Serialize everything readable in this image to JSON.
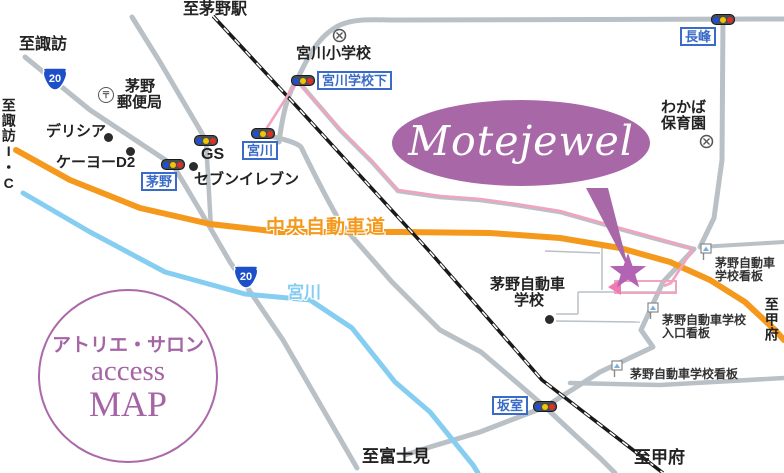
{
  "title": "アトリエ・サロン access MAP",
  "map_circle": {
    "line1": "アトリエ・サロン",
    "line2": "access",
    "line3": "MAP"
  },
  "destination": {
    "name": "Motejewel"
  },
  "roads": {
    "expressway": "中央自動車道",
    "route_badge": "20"
  },
  "river": {
    "name": "宮川"
  },
  "directions": {
    "chino_station": "至茅野駅",
    "suwa": "至諏訪",
    "suwa_ic": "至諏訪I・C",
    "fujimi": "至富士見",
    "kofu_south": "至甲府",
    "kofu_east": "至甲府"
  },
  "intersections": {
    "chino": "茅野",
    "miyagawa": "宮川",
    "miyagawa_gakko_shita": "宮川学校下",
    "nagamine": "長峰",
    "sakamuro": "坂室"
  },
  "landmarks": {
    "miyagawa_elementary": "宮川小学校",
    "wakaba_line1": "わかば",
    "wakaba_line2": "保育園",
    "post_line1": "茅野",
    "post_line2": "郵便局",
    "delicia": "デリシア",
    "keiyo_d2": "ケーヨーD2",
    "gs": "GS",
    "seven_eleven": "セブンイレブン",
    "driving_school_line1": "茅野自動車",
    "driving_school_line2": "学校"
  },
  "signs": {
    "kanban1_line1": "茅野自動車",
    "kanban1_line2": "学校看板",
    "kanban2_line1": "茅野自動車学校",
    "kanban2_line2": "入口看板",
    "kanban3": "茅野自動車学校看板"
  },
  "icons": {
    "post_mark": "〒"
  },
  "colors": {
    "balloon_purple": "#a868a8",
    "star_purple": "#b363b3",
    "route_pink": "#f2a3c0",
    "expressway_orange": "#f5991d",
    "river_blue": "#86cdf2",
    "road_gray": "#b9c0c6",
    "railway_black": "#1a1a1a",
    "label_blue": "#3a6bc8",
    "badge_blue": "#1d50c8"
  }
}
